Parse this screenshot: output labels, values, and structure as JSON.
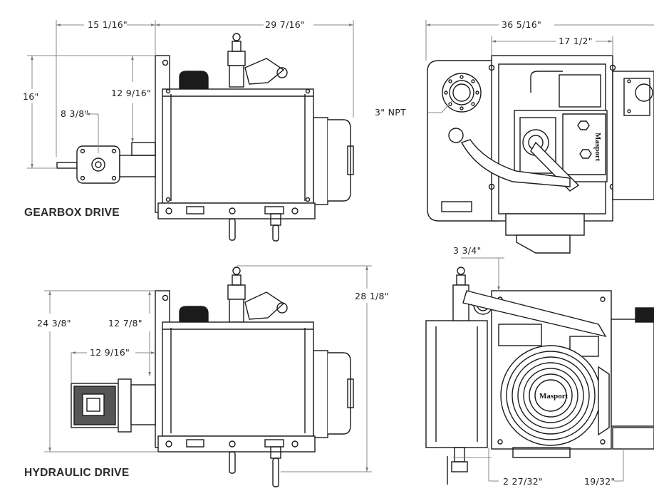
{
  "labels": {
    "gearbox_caption": "GEARBOX DRIVE",
    "hydraulic_caption": "HYDRAULIC DRIVE",
    "brand": "Masport",
    "npt": "3\" NPT"
  },
  "dimensions": {
    "gb_width_left": "15 1/16\"",
    "gb_width_right": "29 7/16\"",
    "gb_height": "16\"",
    "gb_shaft_height": "12 9/16\"",
    "gb_shaft_offset": "8 3/8\"",
    "hd_height": "24 3/8\"",
    "hd_shaft_height": "12 7/8\"",
    "hd_shaft_offset": "12 9/16\"",
    "hd_total_height": "28 1/8\"",
    "top_width": "36 5/16\"",
    "top_inner_width": "17 1/2\"",
    "front_offset": "3 3/4\"",
    "front_valve": "2 27/32\"",
    "front_foot": "19/32\""
  },
  "colors": {
    "line": "#1b1b1b",
    "dim_line": "#8a8a8a",
    "dark": "#202020",
    "mid": "#8c8c8c",
    "light": "#d8d8d8"
  }
}
